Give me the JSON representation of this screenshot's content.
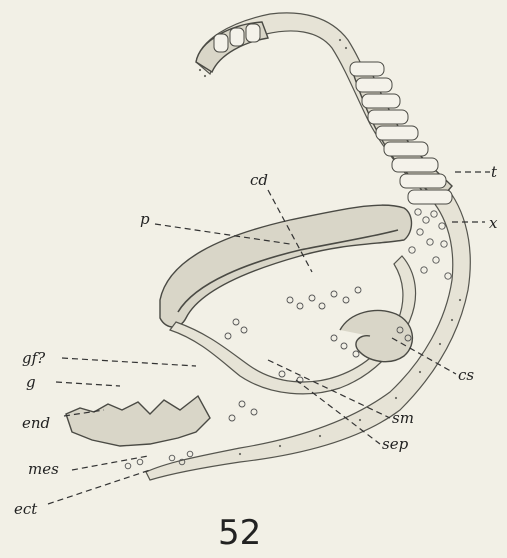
{
  "figure": {
    "number": "52",
    "labels": {
      "t": "t",
      "x": "x",
      "cd": "cd",
      "p": "p",
      "cs": "cs",
      "gf": "gf?",
      "g": "g",
      "sm": "sm",
      "sep": "sep",
      "end": "end",
      "mes": "mes",
      "ect": "ect"
    }
  }
}
